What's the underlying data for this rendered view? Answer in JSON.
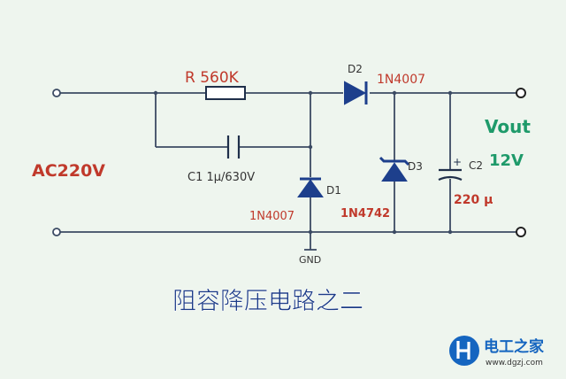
{
  "labels": {
    "resistor": "R 560K",
    "capacitor_c1": "C1 1μ/630V",
    "d1_ref": "D1",
    "d1_part": "1N4007",
    "d2_ref": "D2",
    "d2_part": "1N4007",
    "d3_ref": "D3",
    "d3_part": "1N4742",
    "c2_ref": "C2",
    "c2_value": "220 μ",
    "input": "AC220V",
    "vout": "Vout",
    "vout_value": "12V",
    "gnd": "GND",
    "title": "阻容降压电路之二"
  },
  "watermark": {
    "name": "电工之家",
    "url": "www.dgzj.com"
  },
  "colors": {
    "background": "#eef5ee",
    "wire": "#3b4a63",
    "diode": "#1d3f8c",
    "label_red": "#c0392b",
    "label_green": "#1e9a6a",
    "logo_blue": "#1565c0"
  }
}
